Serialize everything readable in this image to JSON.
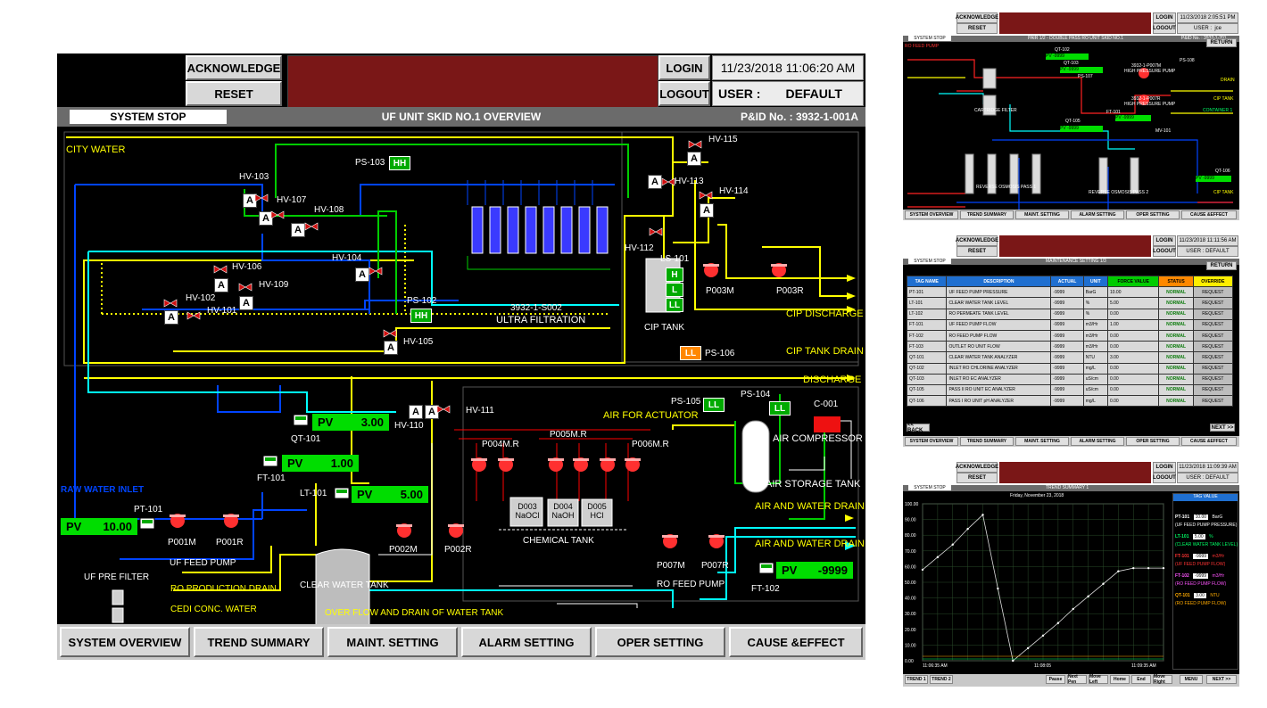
{
  "header": {
    "acknowledge": "ACKNOWLEDGE",
    "reset": "RESET",
    "login": "LOGIN",
    "logout": "LOGOUT",
    "datetime": "11/23/2018 11:06:20 AM",
    "user_label": "USER :",
    "user_value": "DEFAULT"
  },
  "title_bar": {
    "status": "SYSTEM STOP",
    "title": "UF UNIT SKID NO.1 OVERVIEW",
    "pid": "P&ID No. : 3932-1-001A"
  },
  "nav": [
    "SYSTEM OVERVIEW",
    "TREND SUMMARY",
    "MAINT. SETTING",
    "ALARM SETTING",
    "OPER SETTING",
    "CAUSE &EFFECT"
  ],
  "diagram": {
    "city_water": "CITY WATER",
    "raw_water_inlet": "RAW WATER INLET",
    "valves": {
      "hv103": "HV-103",
      "hv107": "HV-107",
      "hv108": "HV-108",
      "hv104": "HV-104",
      "hv106": "HV-106",
      "hv109": "HV-109",
      "hv102": "HV-102",
      "hv101": "HV-101",
      "hv105": "HV-105",
      "hv115": "HV-115",
      "hv113": "HV-113",
      "hv114": "HV-114",
      "hv112": "HV-112",
      "hv110": "HV-110",
      "hv111": "HV-111"
    },
    "a_letter": "A",
    "ps103": "PS-103",
    "ps103_tag": "HH",
    "ps102": "PS-102",
    "ps102_tag": "HH",
    "ls101": "LS-101",
    "ls_h": "H",
    "ls_l": "L",
    "ls_ll": "LL",
    "cip_tank": "CIP TANK",
    "p003m": "P003M",
    "p003r": "P003R",
    "uf_label": "3932-1-S002",
    "uf_name": "ULTRA FILTRATION",
    "cip_discharge": "CIP DISCHARGE",
    "cip_tank_drain": "CIP TANK DRAIN",
    "discharge": "DISCHARGE",
    "ps106": "PS-106",
    "ps106_tag": "LL",
    "ps105": "PS-105",
    "ps105_tag": "LL",
    "ps104": "PS-104",
    "ps104_tag": "LL",
    "c001": "C-001",
    "air_actuator": "AIR FOR ACTUATOR",
    "air_compressor": "AIR COMPRESSOR",
    "air_storage": "AIR STORAGE TANK",
    "air_water_drain_1": "AIR AND WATER DRAIN",
    "air_water_drain_2": "AIR AND WATER DRAIN",
    "qt101": "QT-101",
    "qt101_pv": "PV",
    "qt101_val": "3.00",
    "ft101": "FT-101",
    "ft101_pv": "PV",
    "ft101_val": "1.00",
    "lt101": "LT-101",
    "lt101_pv": "PV",
    "lt101_val": "5.00",
    "pt101": "PT-101",
    "pt101_pv": "PV",
    "pt101_val": "10.00",
    "ft102": "FT-102",
    "ft102_pv": "PV",
    "ft102_val": "-9999",
    "p001m": "P001M",
    "p001r": "P001R",
    "uf_feed_pump": "UF FEED PUMP",
    "uf_pre_filter": "UF PRE FILTER",
    "p002m": "P002M",
    "p002r": "P002R",
    "p004mr": "P004M.R",
    "p005mr": "P005M.R",
    "p006mr": "P006M.R",
    "d003": "D003",
    "d003b": "NaOCl",
    "d004": "D004",
    "d004b": "NaOH",
    "d005": "D005",
    "d005b": "HCl",
    "chemical_tank": "CHEMICAL TANK",
    "p007m": "P007M",
    "p007r": "P007R",
    "ro_feed_pump": "RO FEED PUMP",
    "clear_water_tank": "CLEAR WATER TANK",
    "ro_production_drain": "RO PRODUCTION DRAIN",
    "cedi_conc": "CEDI CONC. WATER",
    "overflow": "OVER FLOW AND DRAIN OF WATER TANK"
  },
  "panel_ro": {
    "ack": "ACKNOWLEDGE",
    "reset": "RESET",
    "login": "LOGIN",
    "logout": "LOGOUT",
    "datetime": "11/23/2018 2:05:51 PM",
    "user": "USER :",
    "user_val": "jce",
    "status": "SYSTEM STOP",
    "title": "PAIR 1/2 - DOUBLE PASS RO UNIT SKID NO.1",
    "pid": "P&ID No. : 3932-1-201",
    "return": "RETURN",
    "qt102": "QT-102",
    "qt103": "QT-103",
    "ps107": "PS-107",
    "ps108": "PS-108",
    "hp1": "3932-1-P007M",
    "hp1b": "HIGH PRESSURE PUMP",
    "hp2": "3932-1-P007R",
    "hp2b": "HIGH PRESSURE PUMP",
    "qt105": "QT-105",
    "ft101": "FT-101",
    "mv101": "MV-101",
    "qt106": "QT-106",
    "pv": "PV",
    "val1": "-9999",
    "val2": "-9999",
    "val3": "-9999",
    "val4": "-9999",
    "val5": "-9999",
    "cartridge": "CARTRIDGE FILTER",
    "ro1": "REVERSE OSMOSIS PASS 1",
    "ro2": "REVERSE OSMOSIS PASS 2",
    "drain": "DRAIN",
    "cip_tank": "CIP TANK",
    "container": "CONTAINER 1",
    "cip_tank2": "CIP TANK",
    "feed_pump": "RO FEED PUMP",
    "nav": [
      "SYSTEM OVERVIEW",
      "TREND SUMMARY",
      "MAINT. SETTING",
      "ALARM SETTING",
      "OPER SETTING",
      "CAUSE &EFFECT"
    ]
  },
  "panel_maint": {
    "ack": "ACKNOWLEDGE",
    "reset": "RESET",
    "login": "LOGIN",
    "logout": "LOGOUT",
    "datetime": "11/23/2018 11:11:56 AM",
    "user": "USER :",
    "user_val": "DEFAULT",
    "status": "SYSTEM STOP",
    "title": "MAINTENANCE SETTING 1/3",
    "return": "RETURN",
    "columns": [
      "TAG NAME",
      "DESCRIPTION",
      "ACTUAL",
      "UNIT",
      "FORCE VALUE",
      "STATUS",
      "OVERRIDE"
    ],
    "rows": [
      [
        "PT-101",
        "UF FEED PUMP PRESSURE",
        "-9999",
        "BarG",
        "10.00",
        "NORMAL",
        "REQUEST"
      ],
      [
        "LT-101",
        "CLEAR WATER TANK LEVEL",
        "-9999",
        "%",
        "5.00",
        "NORMAL",
        "REQUEST"
      ],
      [
        "LT-102",
        "RO PERMEATE TANK LEVEL",
        "-9999",
        "%",
        "0.00",
        "NORMAL",
        "REQUEST"
      ],
      [
        "FT-101",
        "UF FEED PUMP FLOW",
        "-9999",
        "m3/Hr",
        "1.00",
        "NORMAL",
        "REQUEST"
      ],
      [
        "FT-102",
        "RO FEED PUMP FLOW",
        "-9999",
        "m3/Hr",
        "0.00",
        "NORMAL",
        "REQUEST"
      ],
      [
        "FT-103",
        "OUTLET RO UNIT FLOW",
        "-9999",
        "m3/Hr",
        "0.00",
        "NORMAL",
        "REQUEST"
      ],
      [
        "QT-101",
        "CLEAR WATER TANK ANALYZER",
        "-9999",
        "NTU",
        "3.00",
        "NORMAL",
        "REQUEST"
      ],
      [
        "QT-102",
        "INLET RO CHLORINE ANALYZER",
        "-9999",
        "mg/L",
        "0.00",
        "NORMAL",
        "REQUEST"
      ],
      [
        "QT-103",
        "INLET RO EC ANALYZER",
        "-9999",
        "uS/cm",
        "0.00",
        "NORMAL",
        "REQUEST"
      ],
      [
        "QT-105",
        "PASS II RO UNIT EC ANALYZER",
        "-9999",
        "uS/cm",
        "0.00",
        "NORMAL",
        "REQUEST"
      ],
      [
        "QT-106",
        "PASS I RO UNIT pH ANALYZER",
        "-9999",
        "mg/L",
        "0.00",
        "NORMAL",
        "REQUEST"
      ]
    ],
    "back": "<< BACK",
    "next": "NEXT >>",
    "nav": [
      "SYSTEM OVERVIEW",
      "TREND SUMMARY",
      "MAINT. SETTING",
      "ALARM SETTING",
      "OPER SETTING",
      "CAUSE &EFFECT"
    ]
  },
  "panel_trend": {
    "ack": "ACKNOWLEDGE",
    "reset": "RESET",
    "login": "LOGIN",
    "logout": "LOGOUT",
    "datetime": "11/23/2018 11:09:39 AM",
    "user": "USER :",
    "user_val": "DEFAULT",
    "status": "SYSTEM STOP",
    "title": "TREND SUMMARY 1",
    "date": "Friday, November 23, 2018",
    "tag_value": "TAG VALUE",
    "tags": [
      {
        "name": "PT-101",
        "val": "10.00",
        "unit": "BarG",
        "desc": "(UF FEED PUMP PRESSURE)",
        "color": "#ffffff"
      },
      {
        "name": "LT-101",
        "val": "5.00",
        "unit": "%",
        "desc": "(CLEAR WATER TANK LEVEL)",
        "color": "#00ff66"
      },
      {
        "name": "FT-101",
        "val": "-9999",
        "unit": "m3/Hr",
        "desc": "(UF FEED PUMP FLOW)",
        "color": "#ff3333"
      },
      {
        "name": "FT-102",
        "val": "-9999",
        "unit": "m3/Hr",
        "desc": "(RO FEED PUMP FLOW)",
        "color": "#ff55ff"
      },
      {
        "name": "QT-101",
        "val": "3.00",
        "unit": "NTU",
        "desc": "(RO FEED PUMP FLOW)",
        "color": "#ffaa00"
      }
    ],
    "time_labels": [
      "11:06:35 AM",
      "11:08:05",
      "11:09:35 AM"
    ],
    "y_ticks": [
      "100.00",
      "90.00",
      "80.00",
      "70.00",
      "60.00",
      "50.00",
      "40.00",
      "30.00",
      "20.00",
      "10.00",
      "0.00"
    ],
    "buttons": [
      "TREND 1",
      "TREND 2",
      "Pause",
      "Next Pen",
      "Move Left",
      "Home",
      "End",
      "Move Right",
      "MENU",
      "NEXT >>"
    ]
  },
  "chart_data": {
    "type": "line",
    "title": "",
    "xlabel": "",
    "ylabel": "",
    "ylim": [
      0,
      100
    ],
    "x": [
      0,
      1,
      2,
      3,
      4,
      5,
      6,
      7,
      8,
      9,
      10,
      11,
      12,
      13,
      14,
      15,
      16
    ],
    "series": [
      {
        "name": "PT-101",
        "values": [
          58,
          66,
          74,
          84,
          93,
          46,
          0,
          8,
          16,
          24,
          33,
          41,
          49,
          57,
          59,
          59,
          59
        ]
      }
    ]
  }
}
